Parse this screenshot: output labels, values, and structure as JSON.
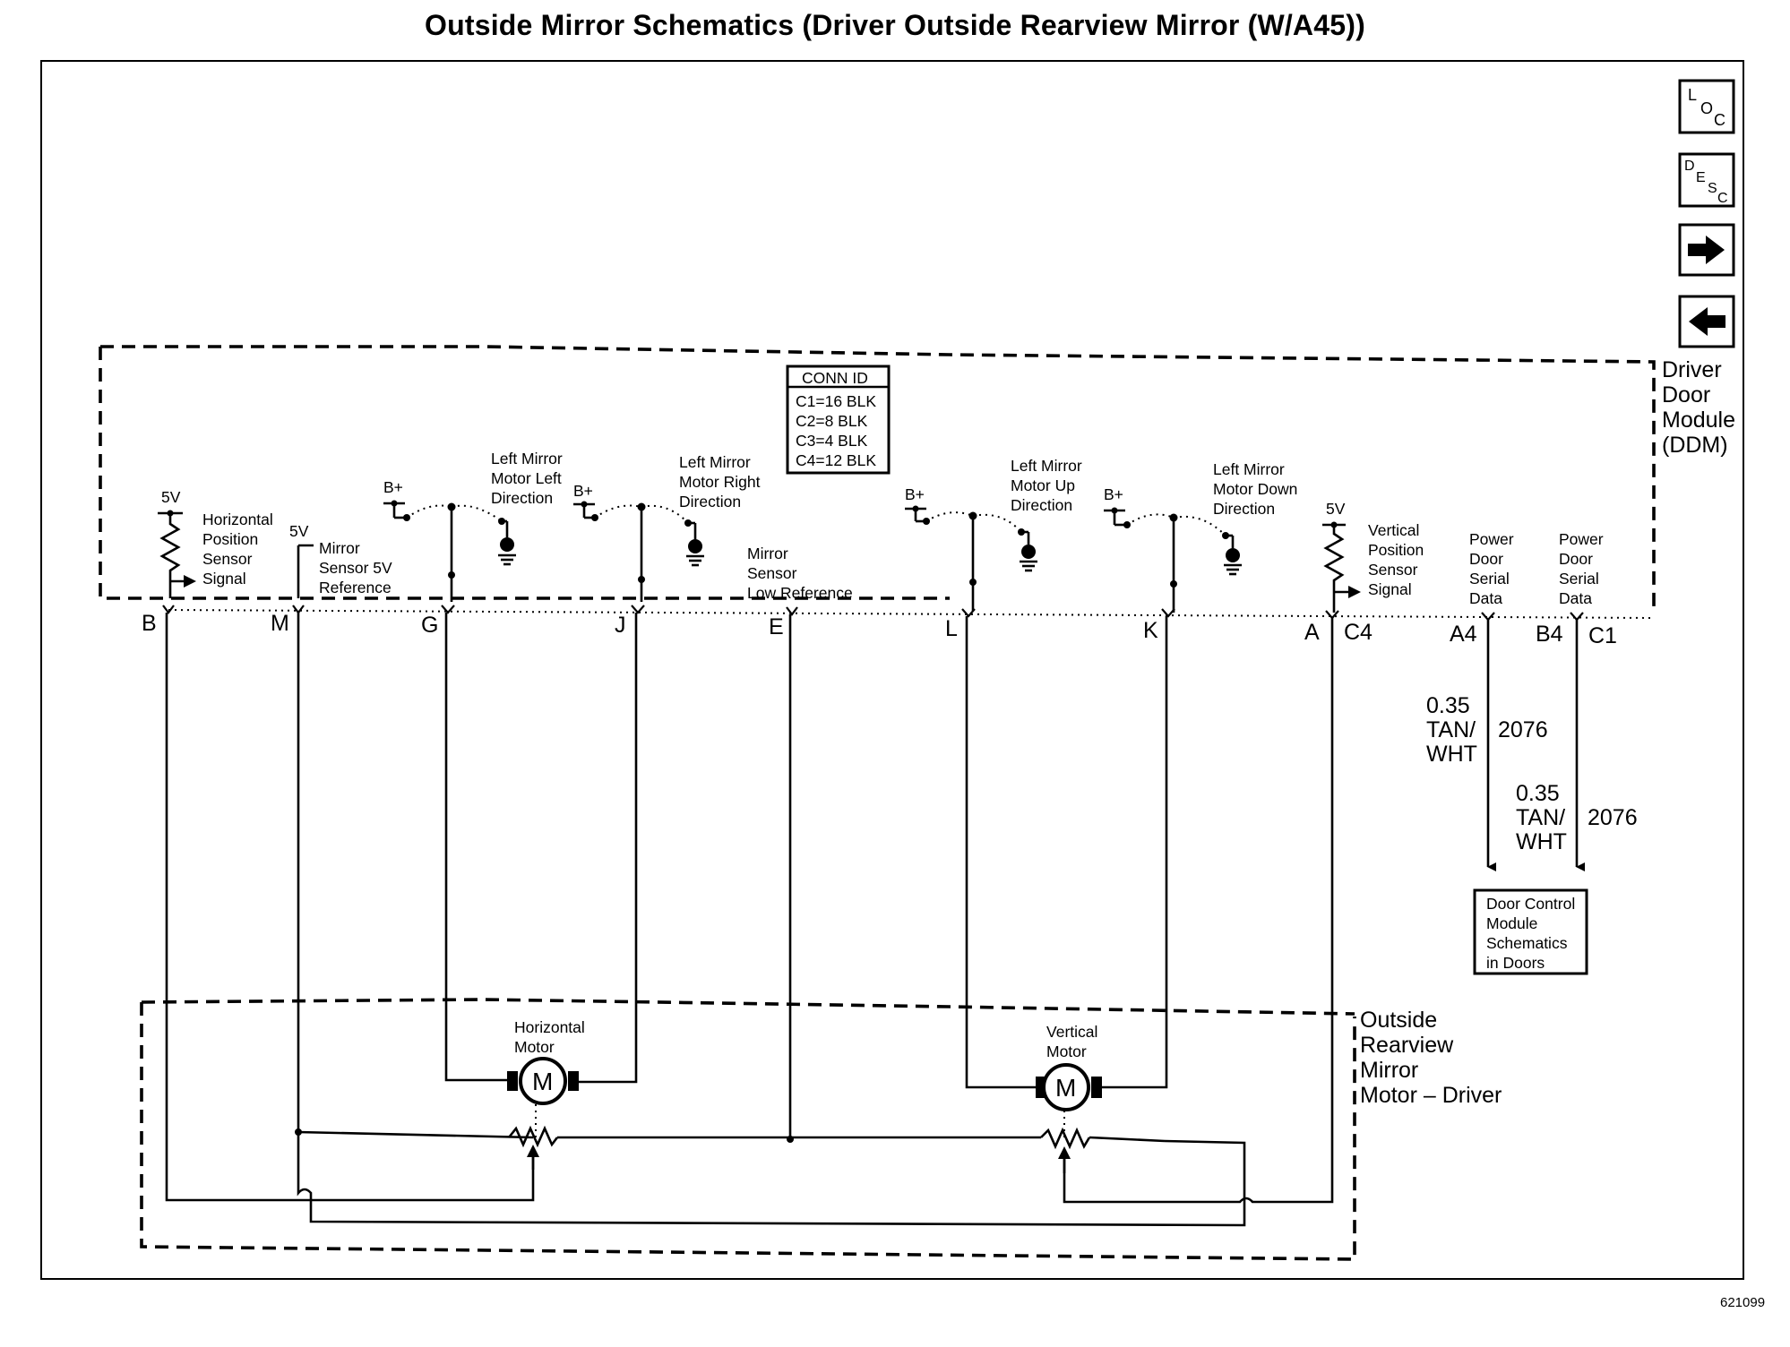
{
  "title": "Outside Mirror Schematics (Driver Outside Rearview Mirror (W/A45))",
  "nav": {
    "loc": {
      "top": "L",
      "mid": "O",
      "sub": "C"
    },
    "desc": {
      "top": "D",
      "mid": "E",
      "low": "S",
      "sub": "C"
    },
    "forward_icon": "right-arrow-icon",
    "back_icon": "left-arrow-icon"
  },
  "ddm": {
    "line1": "Driver",
    "line2": "Door",
    "line3": "Module",
    "line4": "(DDM)"
  },
  "conn_id": {
    "header": "CONN ID",
    "rows": [
      "C1=16 BLK",
      "C2=8 BLK",
      "C3=4 BLK",
      "C4=12 BLK"
    ]
  },
  "labels": {
    "v5": "5V",
    "bplus": "B+",
    "h_sensor": [
      "Horizontal",
      "Position",
      "Sensor",
      "Signal"
    ],
    "mirror_5v": [
      "Mirror",
      "Sensor 5V",
      "Reference"
    ],
    "left_dir": [
      "Left Mirror",
      "Motor Left",
      "Direction"
    ],
    "right_dir": [
      "Left Mirror",
      "Motor Right",
      "Direction"
    ],
    "low_ref": [
      "Mirror",
      "Sensor",
      "Low Reference"
    ],
    "up_dir": [
      "Left Mirror",
      "Motor Up",
      "Direction"
    ],
    "down_dir": [
      "Left Mirror",
      "Motor Down",
      "Direction"
    ],
    "v_sensor": [
      "Vertical",
      "Position",
      "Sensor",
      "Signal"
    ],
    "serial1": [
      "Power",
      "Door",
      "Serial",
      "Data"
    ],
    "serial2": [
      "Power",
      "Door",
      "Serial",
      "Data"
    ]
  },
  "pins": {
    "B": "B",
    "M": "M",
    "G": "G",
    "J": "J",
    "E": "E",
    "L": "L",
    "K": "K",
    "A": "A",
    "C4": "C4",
    "A4": "A4",
    "B4": "B4",
    "C1": "C1"
  },
  "wires": {
    "w1": {
      "gauge": "0.35",
      "color1": "TAN/",
      "color2": "WHT",
      "circuit": "2076"
    },
    "w2": {
      "gauge": "0.35",
      "color1": "TAN/",
      "color2": "WHT",
      "circuit": "2076"
    }
  },
  "dcm_ref": [
    "Door Control",
    "Module",
    "Schematics",
    "in Doors"
  ],
  "motor": {
    "h_label": [
      "Horizontal",
      "Motor"
    ],
    "v_label": [
      "Vertical",
      "Motor"
    ],
    "symbol": "M"
  },
  "mirror_assembly": [
    "Outside",
    "Rearview",
    "Mirror",
    "Motor – Driver"
  ],
  "image_id": "621099"
}
